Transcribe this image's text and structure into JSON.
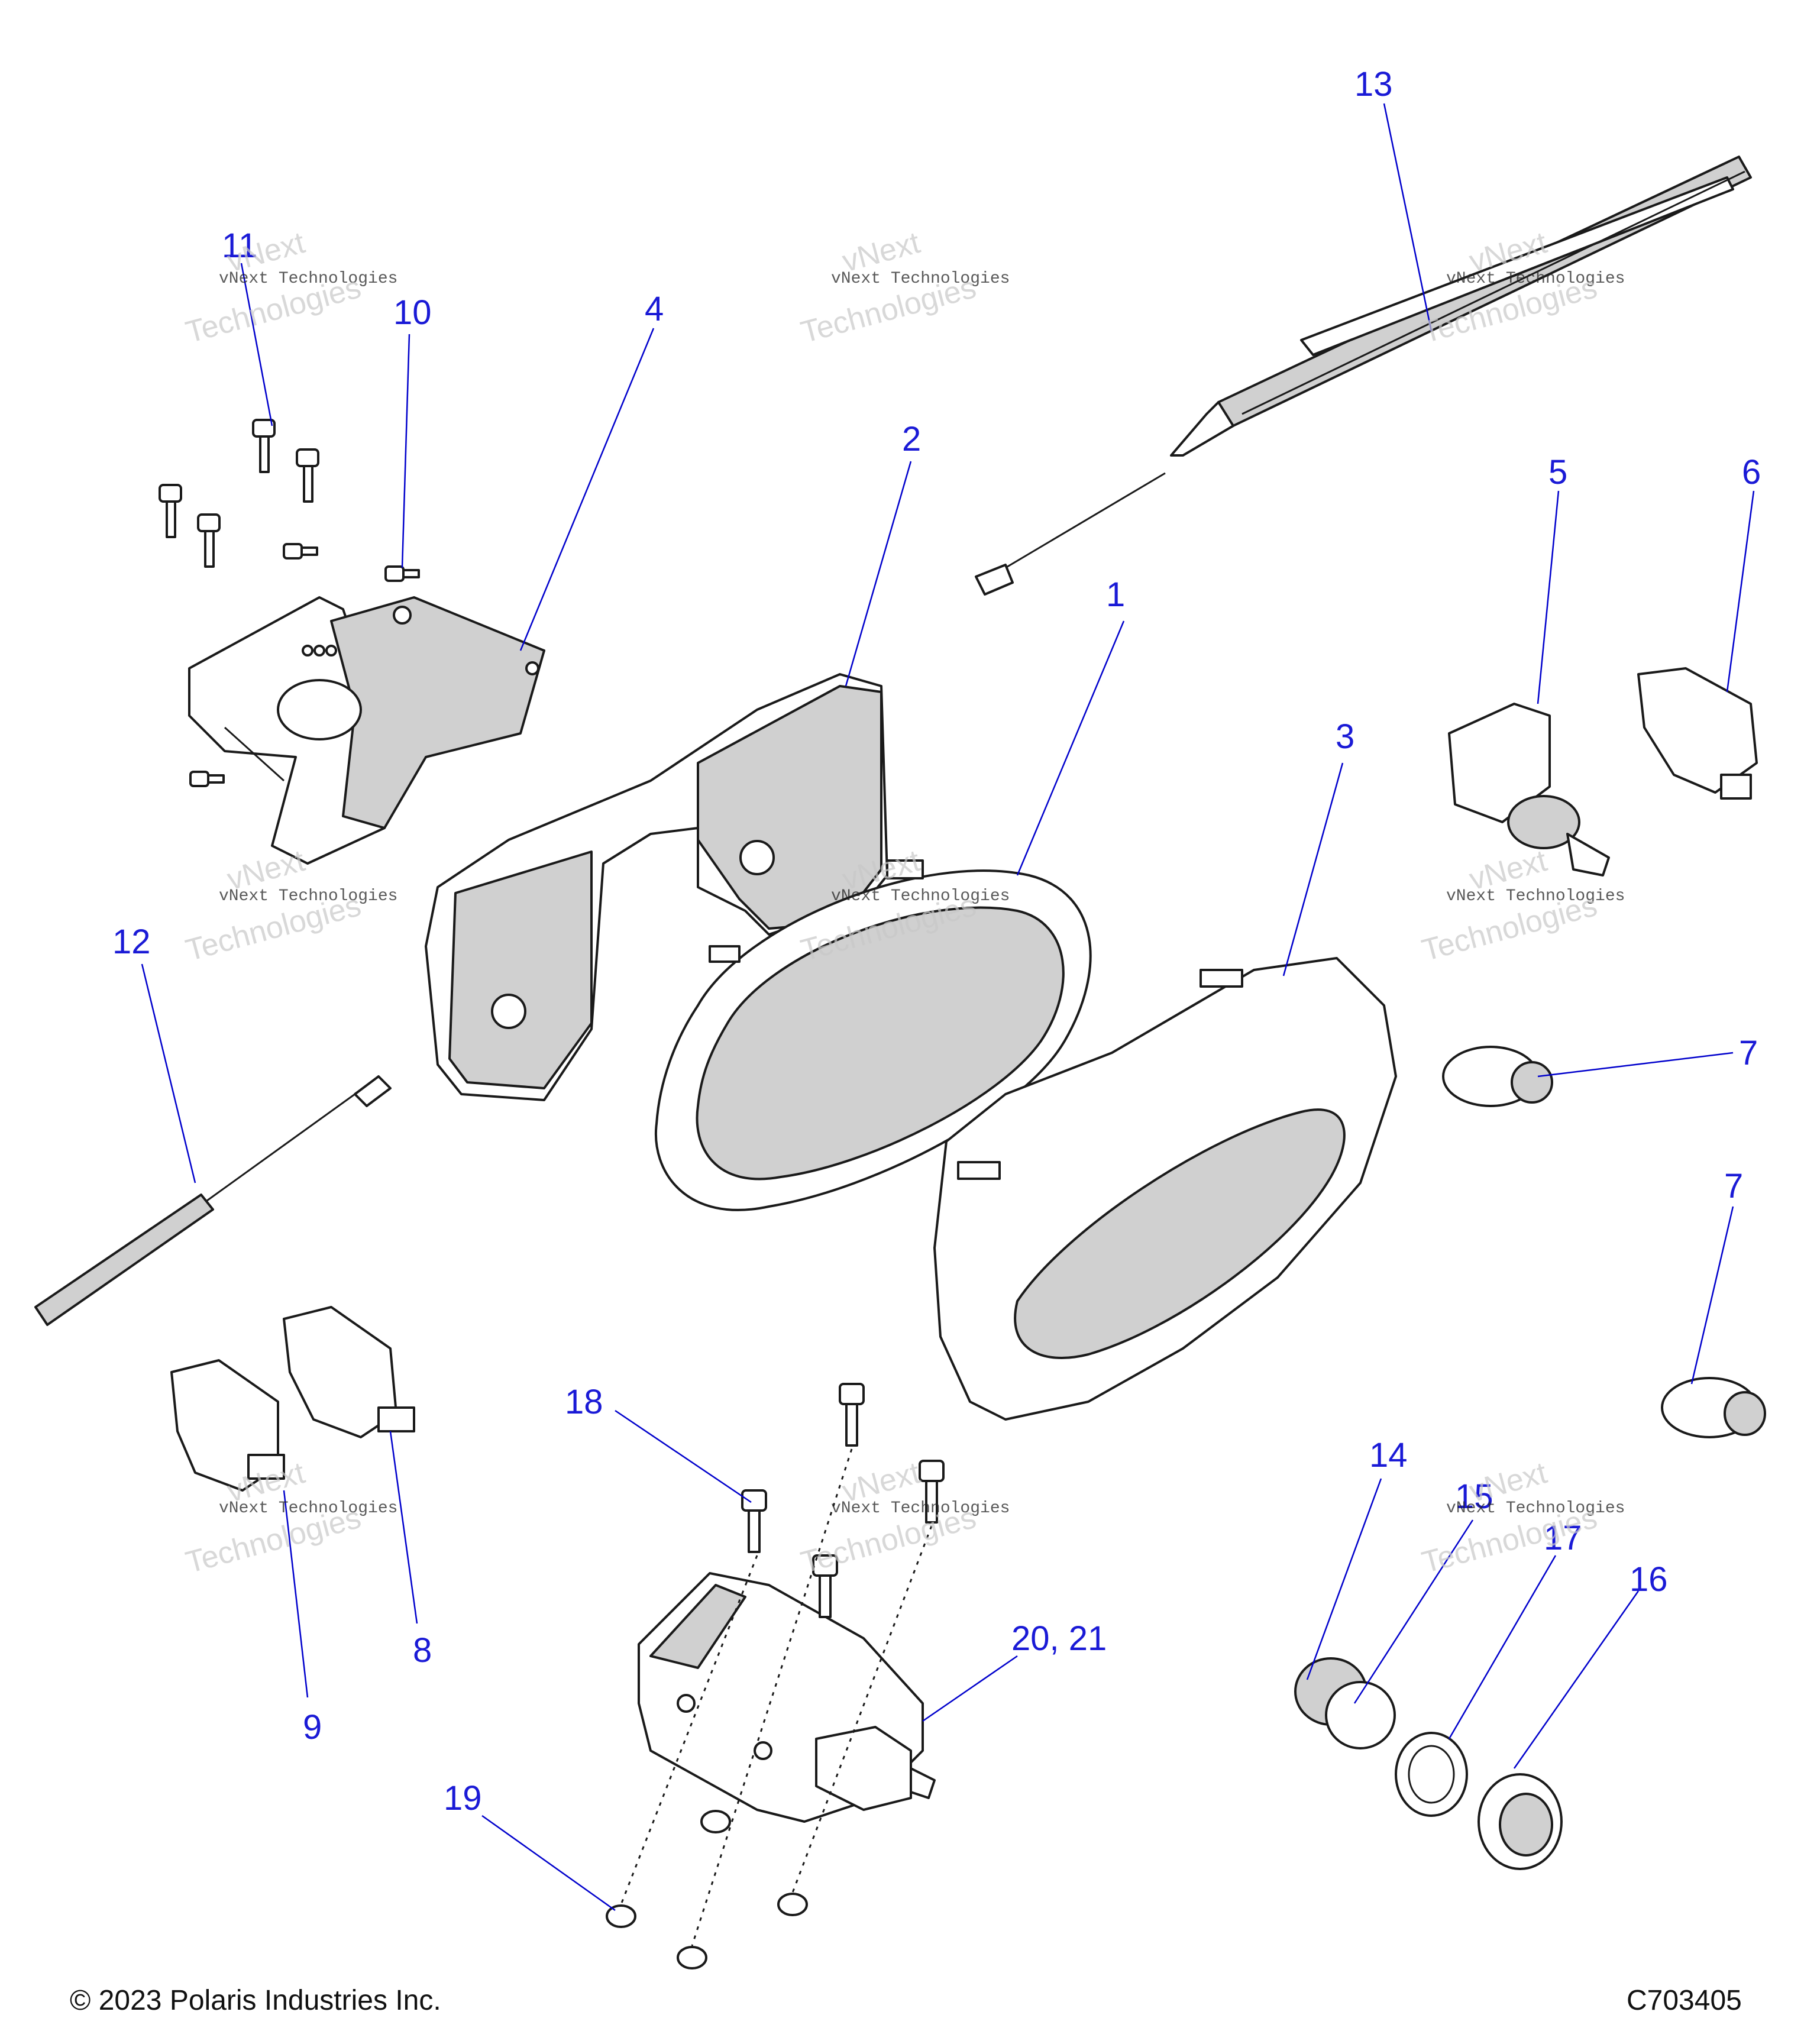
{
  "watermark": {
    "brand_line": "vNext Technologies",
    "outline_word_1": "vNext",
    "outline_word_2": "Technologies"
  },
  "callouts": [
    "1",
    "2",
    "3",
    "4",
    "5",
    "6",
    "7",
    "7",
    "8",
    "9",
    "10",
    "11",
    "12",
    "13",
    "14",
    "15",
    "16",
    "17",
    "18",
    "19",
    "20, 21"
  ],
  "footer": {
    "copyright": "© 2023 Polaris Industries Inc.",
    "drawing_number": "C703405"
  }
}
